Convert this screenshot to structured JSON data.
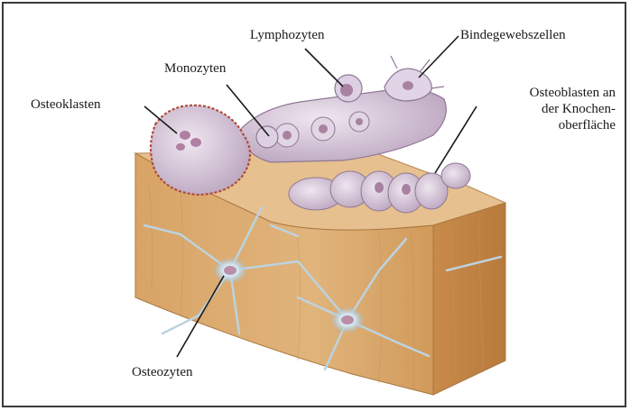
{
  "labels": {
    "osteoklasten": "Osteoklasten",
    "monozyten": "Monozyten",
    "lymphozyten": "Lymphozyten",
    "bindegewebszellen": "Bindegewebszellen",
    "osteoblasten_line1": "Osteoblasten an",
    "osteoblasten_line2": "der Knochen-",
    "osteoblasten_line3": "oberfläche",
    "osteozyten": "Osteozyten"
  },
  "colors": {
    "bone_front": "#dcae72",
    "bone_side": "#c98d4e",
    "bone_top": "#e9c69a",
    "cell": "#cdb9cf",
    "cell_edge": "#8f7896",
    "canal": "#b8cfdc",
    "leader": "#1a1a1a"
  }
}
